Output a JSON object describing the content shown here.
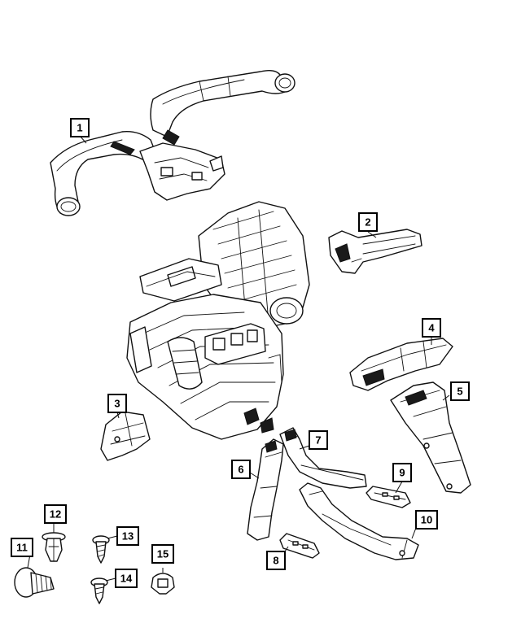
{
  "callouts": [
    {
      "number": "1"
    },
    {
      "number": "2"
    },
    {
      "number": "3"
    },
    {
      "number": "4"
    },
    {
      "number": "5"
    },
    {
      "number": "6"
    },
    {
      "number": "7"
    },
    {
      "number": "8"
    },
    {
      "number": "9"
    },
    {
      "number": "10"
    },
    {
      "number": "11"
    },
    {
      "number": "12"
    },
    {
      "number": "13"
    },
    {
      "number": "14"
    },
    {
      "number": "15"
    }
  ]
}
